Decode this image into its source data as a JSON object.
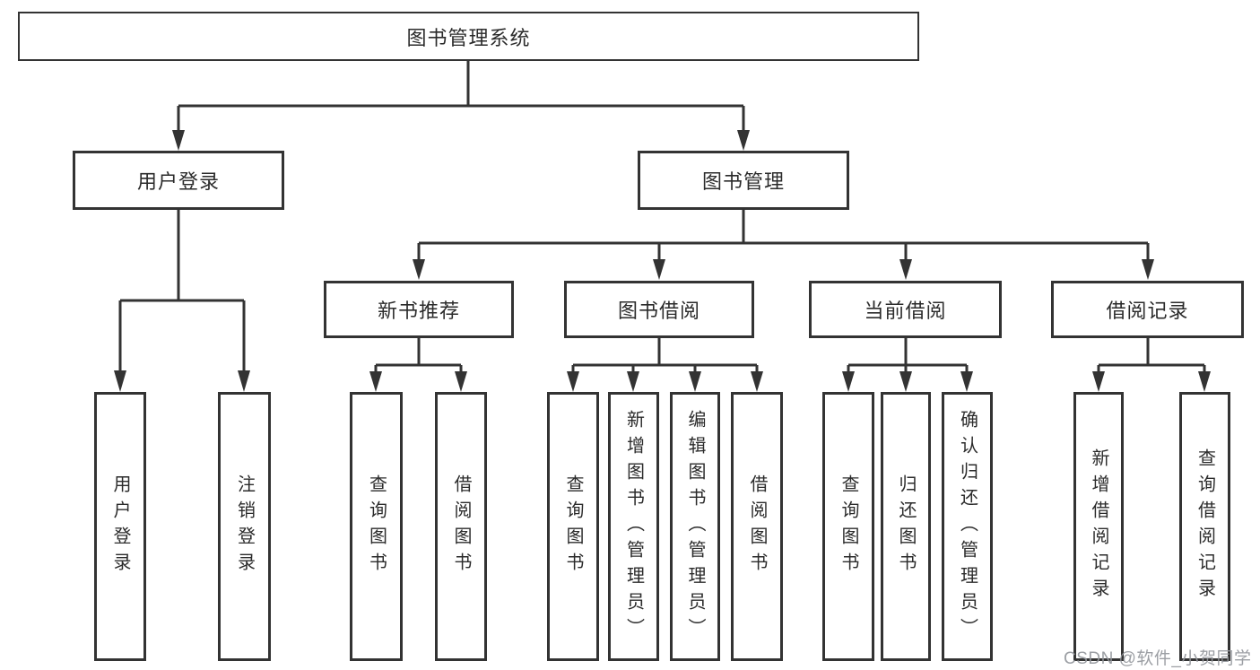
{
  "diagram": {
    "line_color": "#333333",
    "nodes": {
      "root": {
        "label": "图书管理系统"
      },
      "l2": [
        {
          "label": "用户登录"
        },
        {
          "label": "图书管理"
        }
      ],
      "l3": [
        {
          "label": "新书推荐"
        },
        {
          "label": "图书借阅"
        },
        {
          "label": "当前借阅"
        },
        {
          "label": "借阅记录"
        }
      ],
      "leaves": [
        {
          "label": "用户登录"
        },
        {
          "label": "注销登录"
        },
        {
          "label": "查询图书"
        },
        {
          "label": "借阅图书"
        },
        {
          "label": "查询图书"
        },
        {
          "label": "新增图书（管理员）"
        },
        {
          "label": "编辑图书（管理员）"
        },
        {
          "label": "借阅图书"
        },
        {
          "label": "查询图书"
        },
        {
          "label": "归还图书"
        },
        {
          "label": "确认归还（管理员）"
        },
        {
          "label": "新增借阅记录"
        },
        {
          "label": "查询借阅记录"
        }
      ]
    }
  },
  "watermark": {
    "text": "CSDN @软件_小贺同学"
  }
}
